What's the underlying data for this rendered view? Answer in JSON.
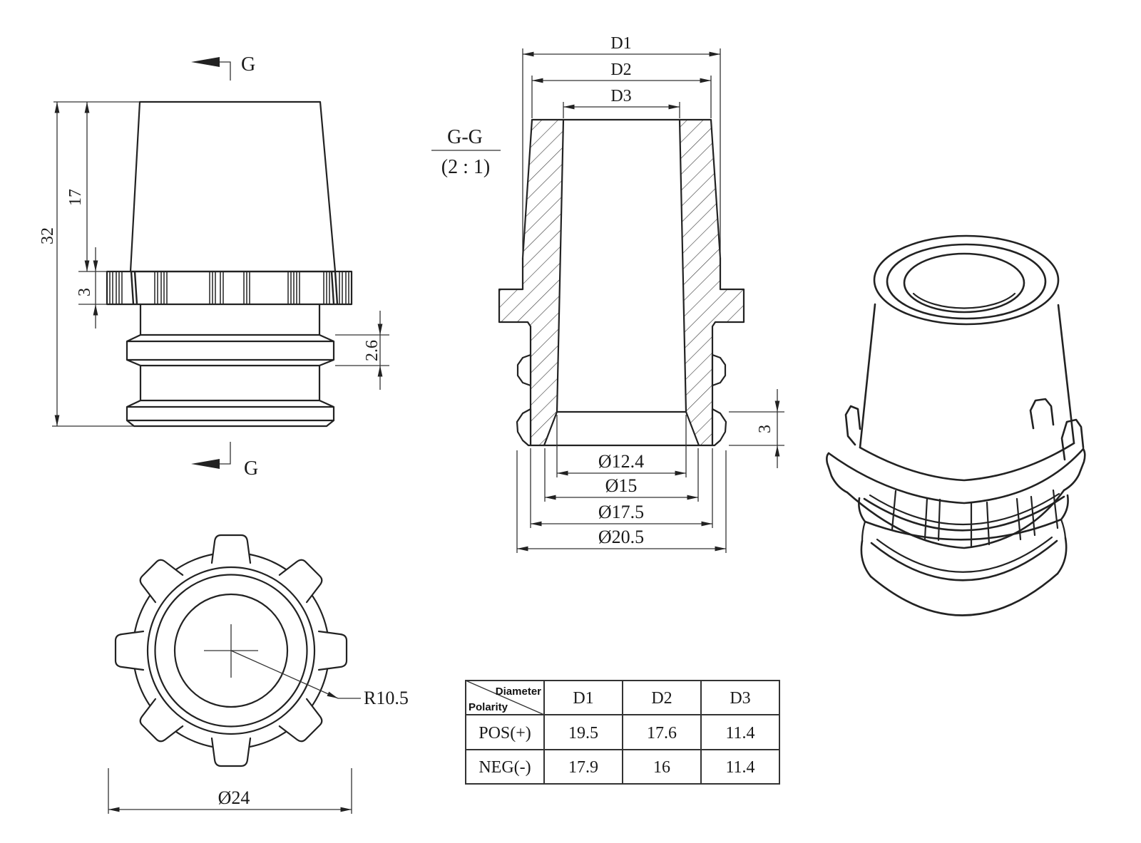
{
  "side_view": {
    "marker_top": "G",
    "marker_bottom": "G",
    "dims": {
      "total_height": "32",
      "cap_height": "17",
      "knurl_height": "3",
      "rib_height": "2.6"
    }
  },
  "section_view": {
    "title": "G-G",
    "scale": "(2 : 1)",
    "dims": {
      "d1": "D1",
      "d2": "D2",
      "d3": "D3",
      "inner_diameter": "Ø12.4",
      "flare_inner_diameter": "Ø15",
      "outer_diameter": "Ø17.5",
      "flange_diameter": "Ø20.5",
      "flare_height": "3"
    }
  },
  "bottom_view": {
    "dims": {
      "ring_radius": "R10.5",
      "outer_diameter": "Ø24"
    }
  },
  "dimension_table": {
    "corner": {
      "top_right": "Diameter",
      "bottom_left": "Polarity"
    },
    "columns": [
      "D1",
      "D2",
      "D3"
    ],
    "rows": [
      {
        "polarity": "POS(+)",
        "d1": "19.5",
        "d2": "17.6",
        "d3": "11.4"
      },
      {
        "polarity": "NEG(-)",
        "d1": "17.9",
        "d2": "16",
        "d3": "11.4"
      }
    ]
  }
}
